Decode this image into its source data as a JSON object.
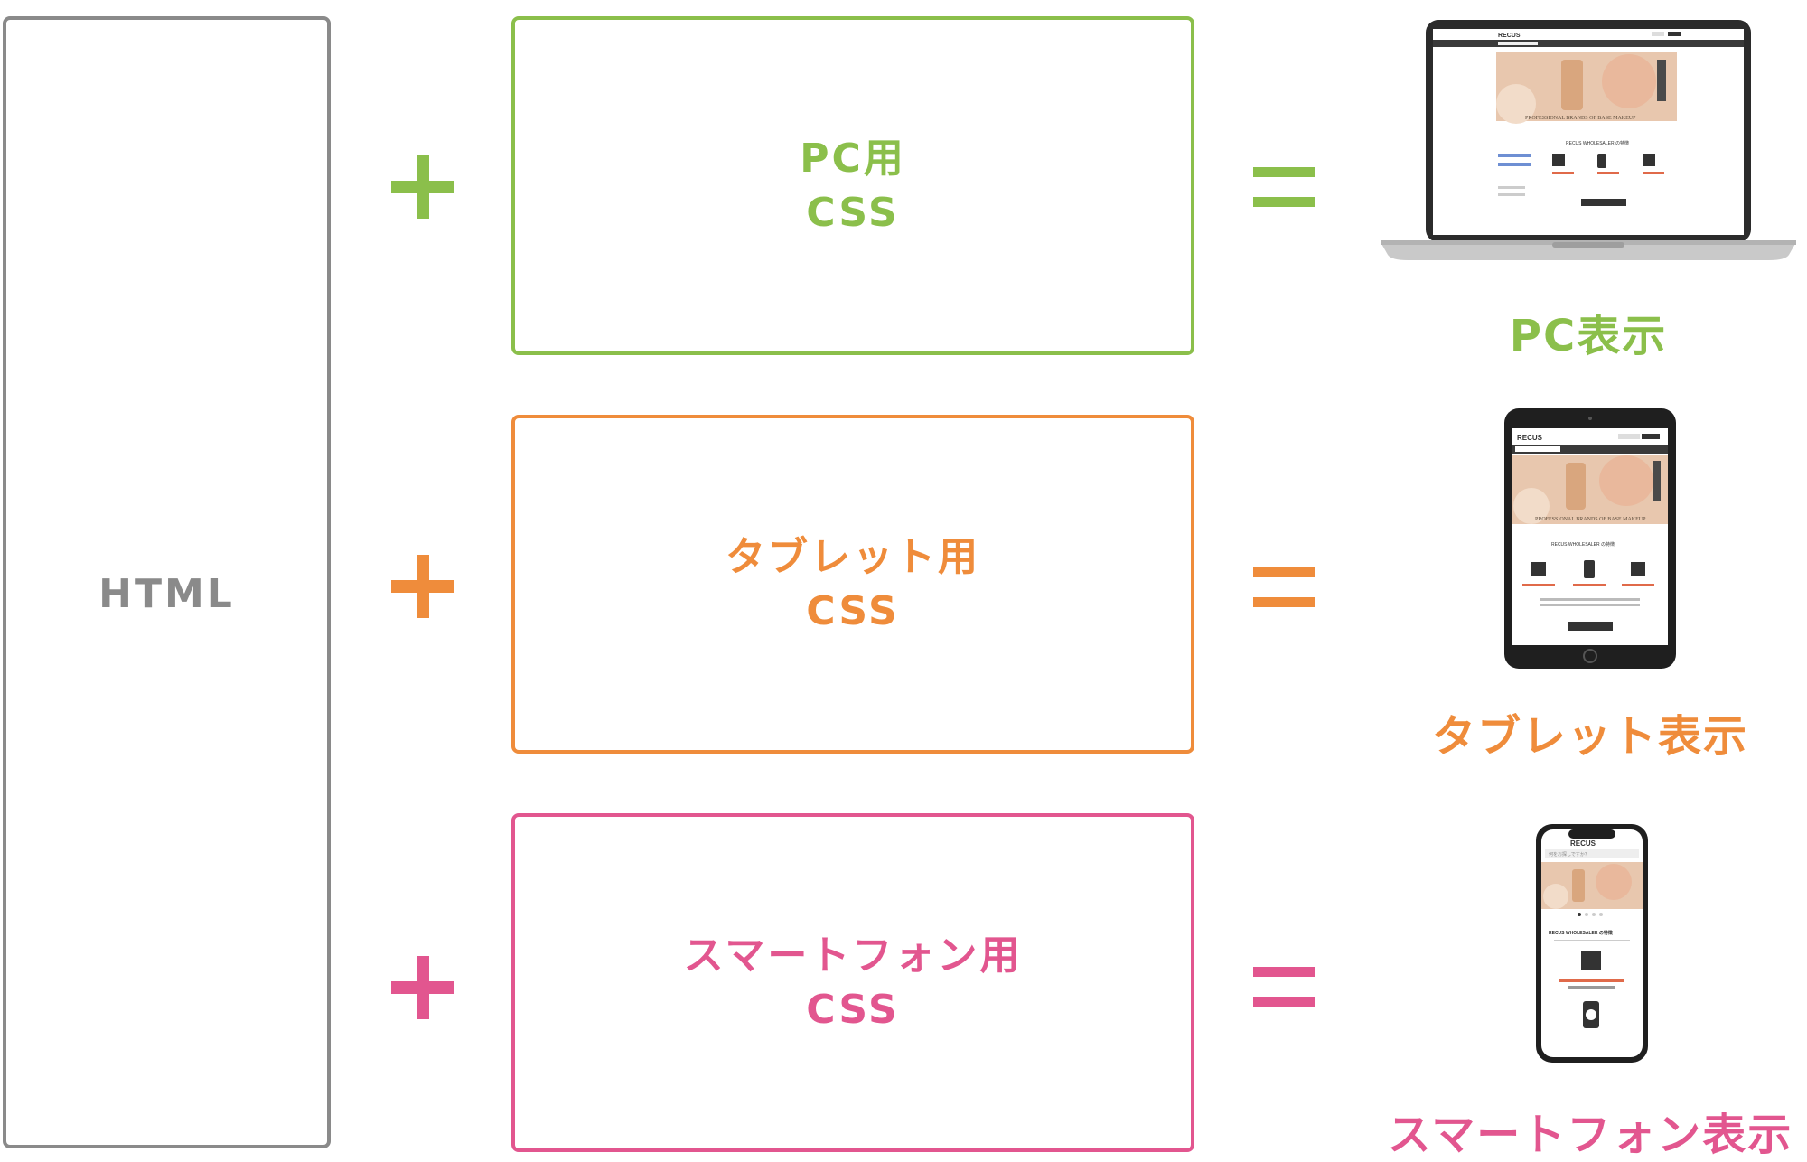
{
  "html_label": "HTML",
  "rows": [
    {
      "css_line1": "PC用",
      "css_line2": "CSS",
      "caption": "PC表示",
      "color": "#8bbf4b",
      "device": "laptop-icon"
    },
    {
      "css_line1": "タブレット用",
      "css_line2": "CSS",
      "caption": "タブレット表示",
      "color": "#ef8c3b",
      "device": "tablet-icon"
    },
    {
      "css_line1": "スマートフォン用",
      "css_line2": "CSS",
      "caption": "スマートフォン表示",
      "color": "#e2568f",
      "device": "smartphone-icon"
    }
  ],
  "screen": {
    "logo": "RECUS",
    "banner": "PROFESSIONAL BRANDS OF BASE MAKEUP",
    "heading": "RECUS WHOLESALER の特徴",
    "search": "何をお探しですか？"
  },
  "colors": {
    "gray": "#8a8a8a",
    "green": "#8bbf4b",
    "orange": "#ef8c3b",
    "pink": "#e2568f"
  }
}
